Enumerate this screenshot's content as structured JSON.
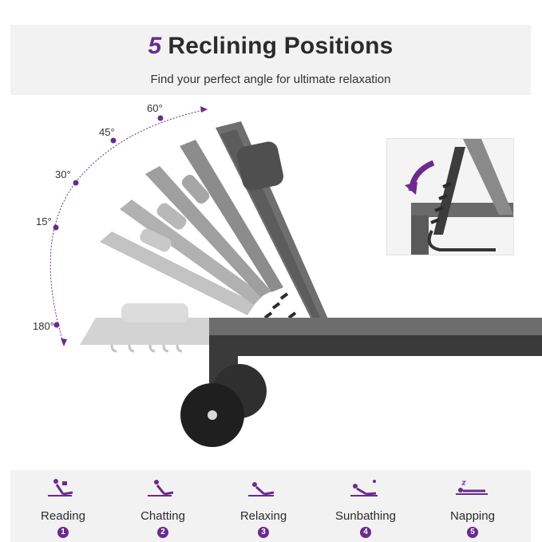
{
  "header": {
    "number": "5",
    "title": "Reclining Positions",
    "subtitle": "Find your perfect angle for ultimate relaxation"
  },
  "angles": [
    "60°",
    "45°",
    "30°",
    "15°",
    "180°"
  ],
  "positions": [
    {
      "label": "Reading",
      "badge": "1",
      "icon": "reading-icon"
    },
    {
      "label": "Chatting",
      "badge": "2",
      "icon": "chatting-icon"
    },
    {
      "label": "Relaxing",
      "badge": "3",
      "icon": "relaxing-icon"
    },
    {
      "label": "Sunbathing",
      "badge": "4",
      "icon": "sunbathing-icon"
    },
    {
      "label": "Napping",
      "badge": "5",
      "icon": "napping-icon"
    }
  ],
  "colors": {
    "accent": "#6b2a8c",
    "frame": "#3a3a3a",
    "backrest": "#7a7a7a",
    "ghost": "#c9c9c9",
    "panel": "#f2f2f2"
  }
}
